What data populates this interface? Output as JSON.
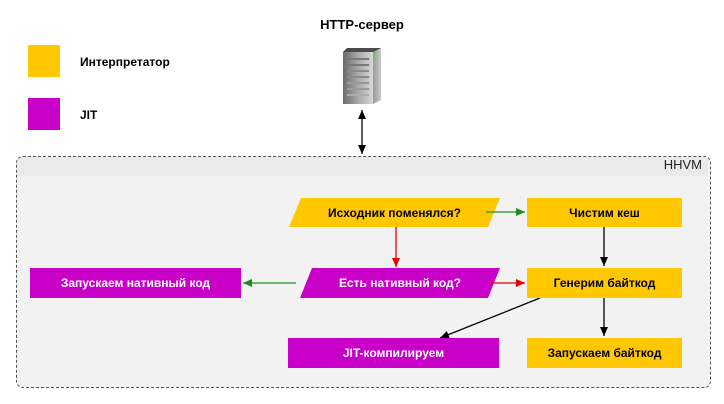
{
  "colors": {
    "interpreter": "#ffc800",
    "jit": "#c800c8",
    "arrow_green": "#1e8c1e",
    "arrow_red": "#e60000",
    "arrow_black": "#000000"
  },
  "legend": {
    "interpreter_label": "Интерпретатор",
    "jit_label": "JIT"
  },
  "server": {
    "title": "HTTP-сервер",
    "icon": "server-icon"
  },
  "frame": {
    "label": "HHVM"
  },
  "nodes": {
    "source_changed": "Исходник поменялся?",
    "clear_cache": "Чистим кеш",
    "has_native": "Есть нативный код?",
    "generate_bytecode": "Генерим байткод",
    "run_native": "Запускаем нативный код",
    "jit_compile": "JIT-компилируем",
    "run_bytecode": "Запускаем байткод"
  }
}
